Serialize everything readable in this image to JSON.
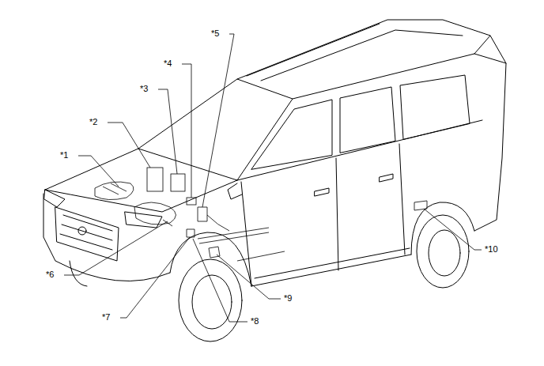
{
  "diagram": {
    "labels": [
      "*1",
      "*2",
      "*3",
      "*4",
      "*5",
      "*6",
      "*7",
      "*8",
      "*9",
      "*10"
    ]
  }
}
